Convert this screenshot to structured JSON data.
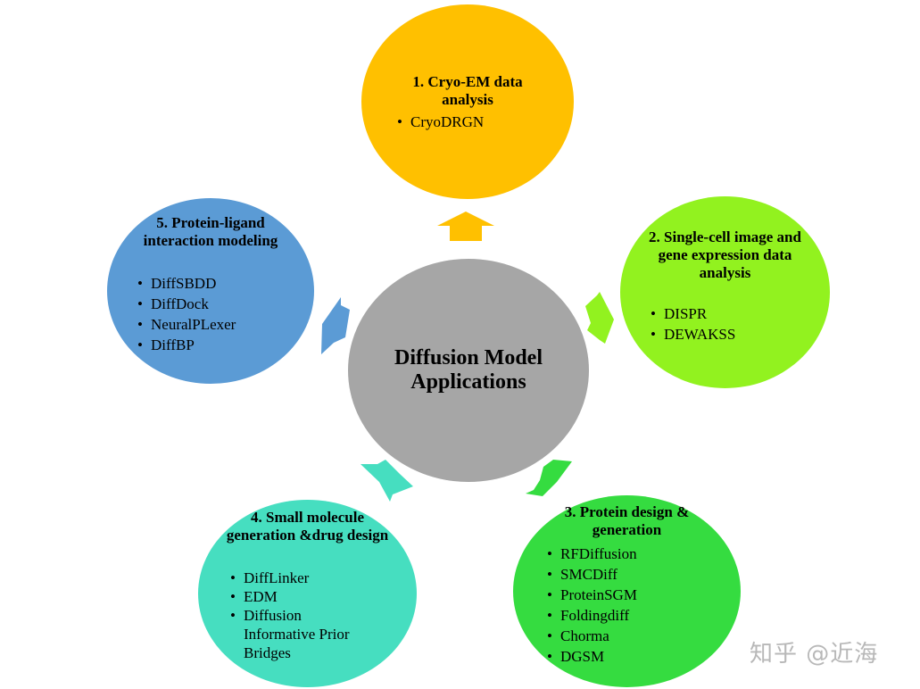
{
  "center": {
    "title_line1": "Diffusion Model",
    "title_line2": "Applications",
    "color": "#a6a6a6"
  },
  "nodes": [
    {
      "title": "1. Cryo-EM data analysis",
      "items": [
        "CryoDRGN"
      ],
      "color": "#ffc000"
    },
    {
      "title": "2. Single-cell image and gene expression data analysis",
      "items": [
        "DISPR",
        "DEWAKSS"
      ],
      "color": "#92f21f"
    },
    {
      "title": "3. Protein design & generation",
      "items": [
        "RFDiffusion",
        "SMCDiff",
        "ProteinSGM",
        "Foldingdiff",
        "Chorma",
        "DGSM"
      ],
      "color": "#35dc40"
    },
    {
      "title": "4. Small molecule generation &drug design",
      "items": [
        "DiffLinker",
        "EDM",
        "Diffusion Informative Prior Bridges"
      ],
      "color": "#46dec0"
    },
    {
      "title": "5. Protein-ligand interaction modeling",
      "items": [
        "DiffSBDD",
        "DiffDock",
        "NeuralPLexer",
        "DiffBP"
      ],
      "color": "#5b9bd5"
    }
  ],
  "watermark": "知乎 @近海"
}
